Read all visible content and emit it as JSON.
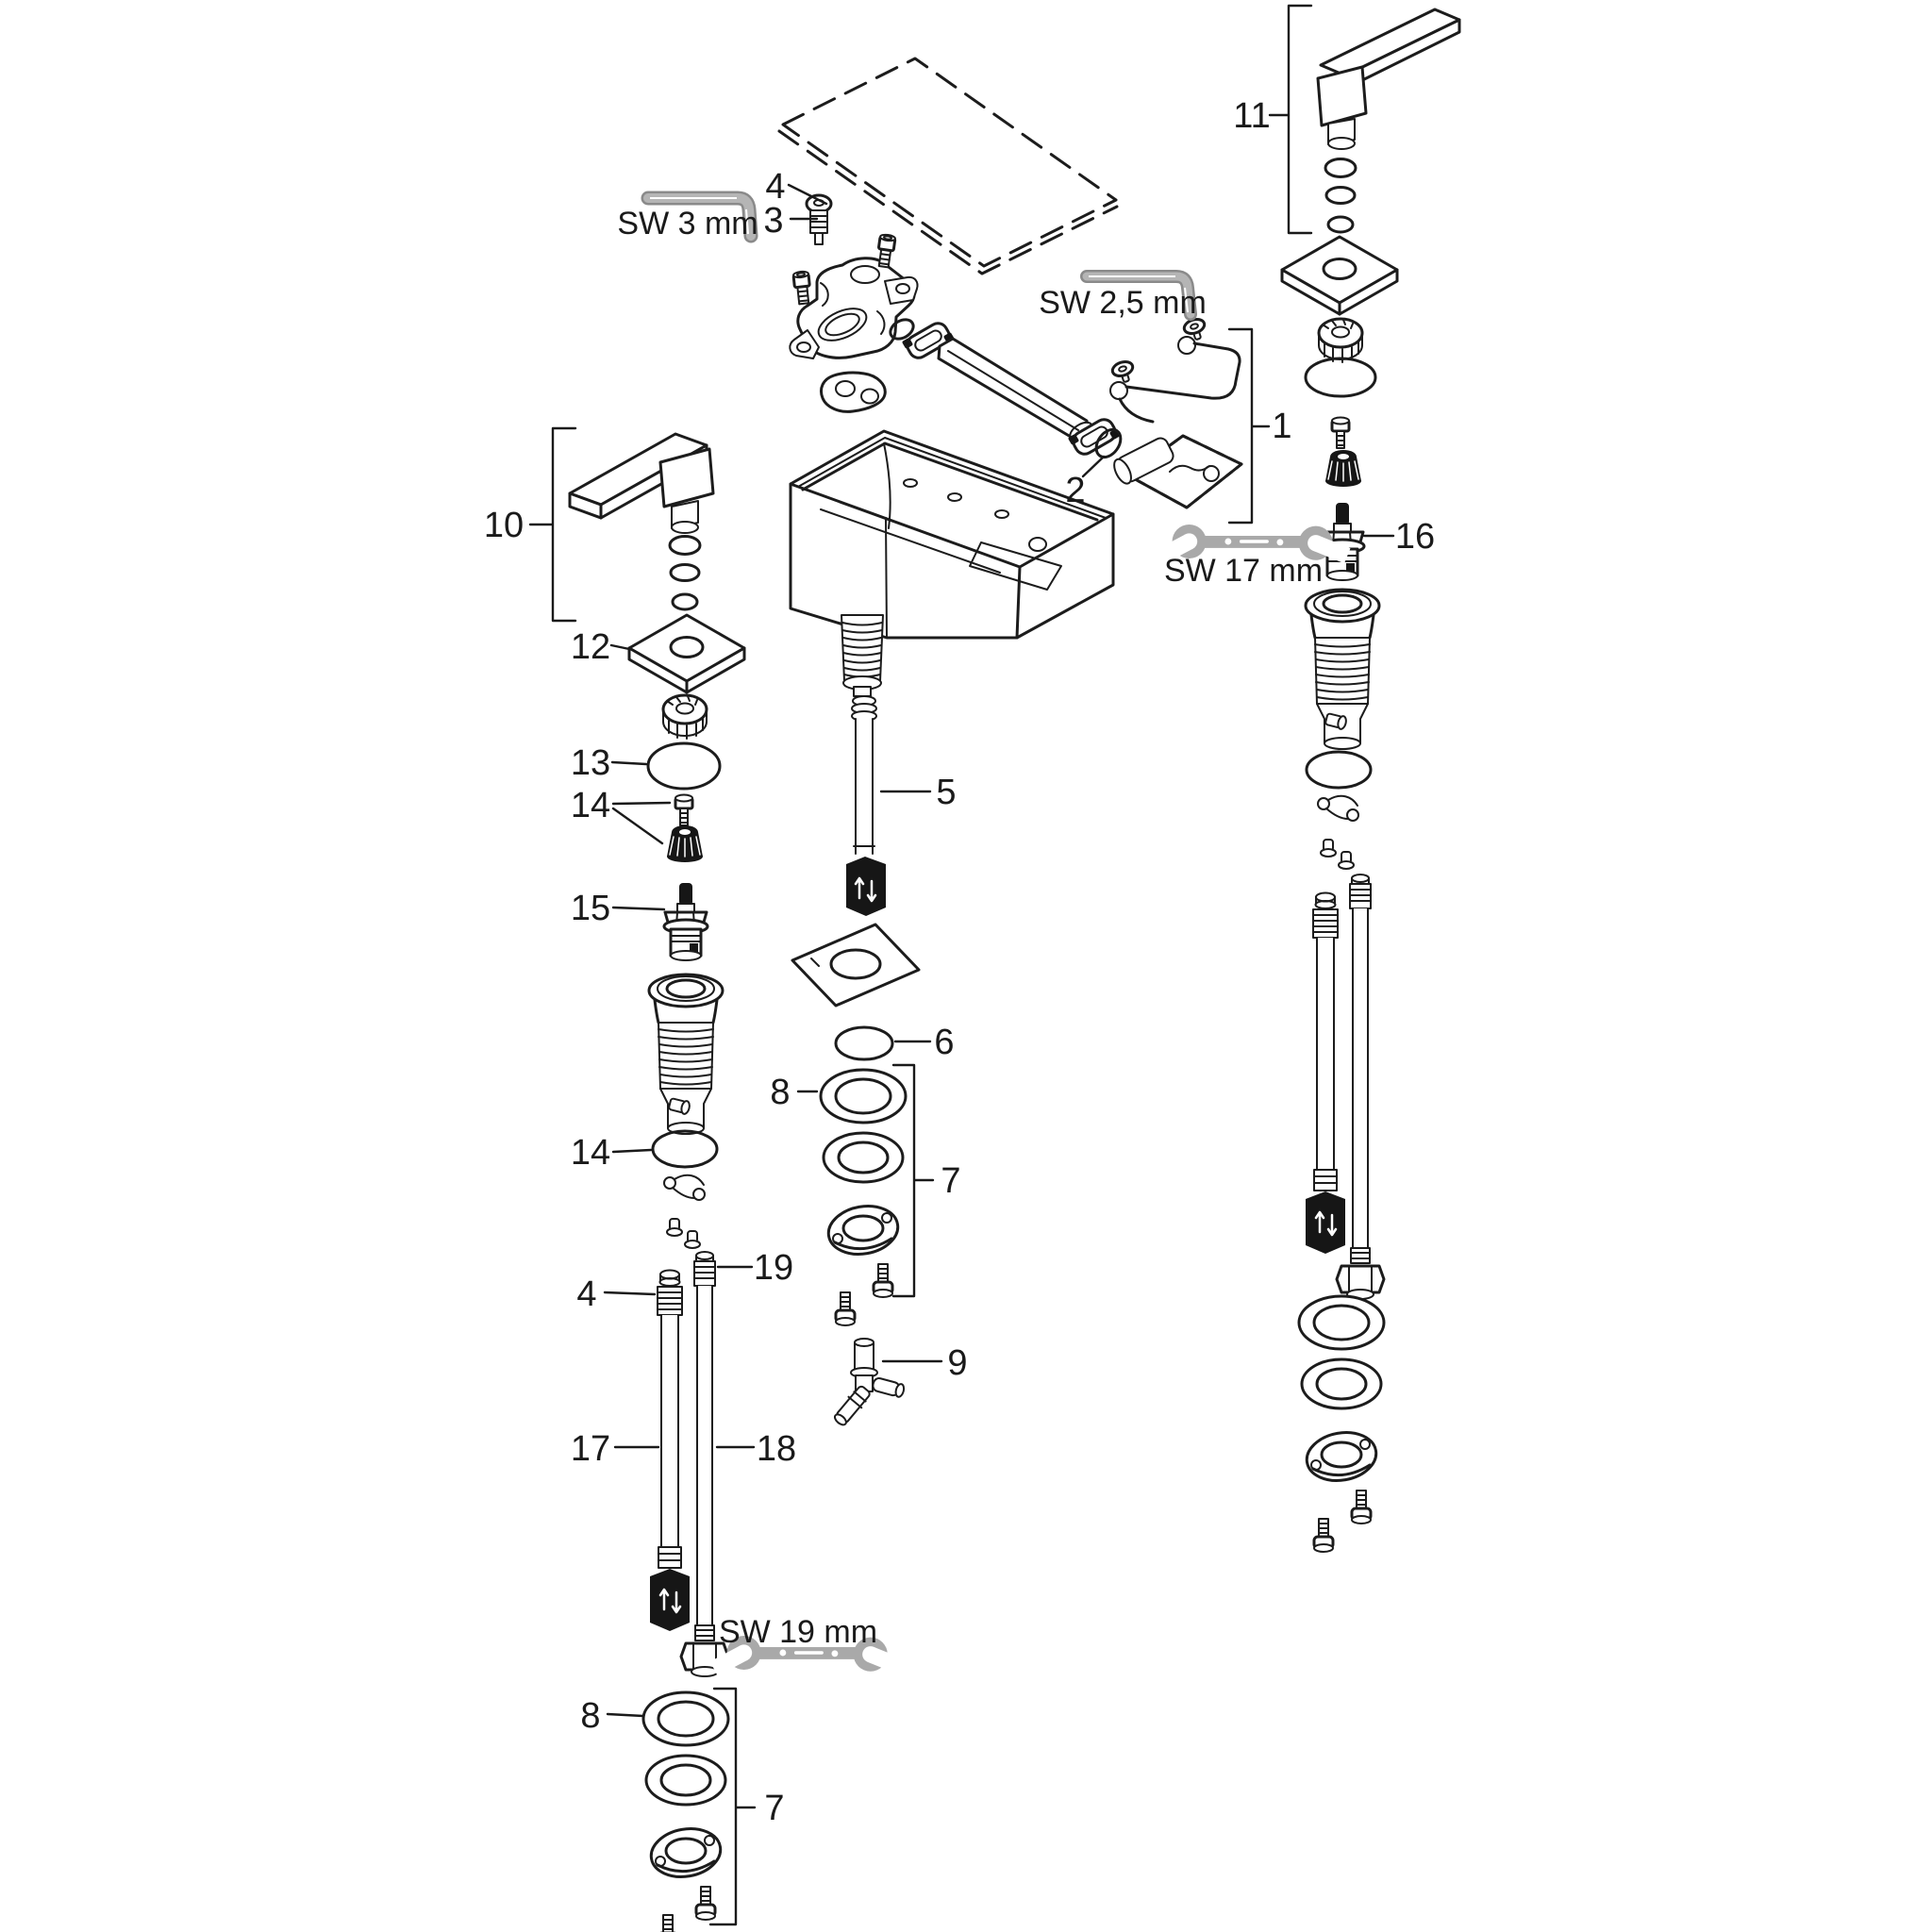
{
  "diagram": {
    "kind": "exploded-view parts diagram",
    "subject": "two-handle basin mixer faucet"
  },
  "colors": {
    "background": "#ffffff",
    "line": "#1c1c1c",
    "tool_gray": "#a9a9a9",
    "connector_black": "#161616"
  },
  "callouts": [
    {
      "id": "part-4-top",
      "text": "4"
    },
    {
      "id": "part-3",
      "text": "3"
    },
    {
      "id": "tool-sw3",
      "text": "SW 3 mm"
    },
    {
      "id": "part-11",
      "text": "11"
    },
    {
      "id": "tool-sw25",
      "text": "SW 2,5 mm"
    },
    {
      "id": "part-1",
      "text": "1"
    },
    {
      "id": "part-2",
      "text": "2"
    },
    {
      "id": "part-10",
      "text": "10"
    },
    {
      "id": "part-12",
      "text": "12"
    },
    {
      "id": "part-13",
      "text": "13"
    },
    {
      "id": "part-14-upper",
      "text": "14"
    },
    {
      "id": "part-15",
      "text": "15"
    },
    {
      "id": "part-16",
      "text": "16"
    },
    {
      "id": "tool-sw17",
      "text": "SW 17 mm"
    },
    {
      "id": "part-5",
      "text": "5"
    },
    {
      "id": "part-6",
      "text": "6"
    },
    {
      "id": "part-8-mid",
      "text": "8"
    },
    {
      "id": "part-7-mid",
      "text": "7"
    },
    {
      "id": "part-14-lower",
      "text": "14"
    },
    {
      "id": "part-4-hose",
      "text": "4"
    },
    {
      "id": "part-19",
      "text": "19"
    },
    {
      "id": "part-17",
      "text": "17"
    },
    {
      "id": "part-18",
      "text": "18"
    },
    {
      "id": "part-9",
      "text": "9"
    },
    {
      "id": "tool-sw19",
      "text": "SW 19 mm"
    },
    {
      "id": "part-8-bottom",
      "text": "8"
    },
    {
      "id": "part-7-bottom",
      "text": "7"
    }
  ]
}
